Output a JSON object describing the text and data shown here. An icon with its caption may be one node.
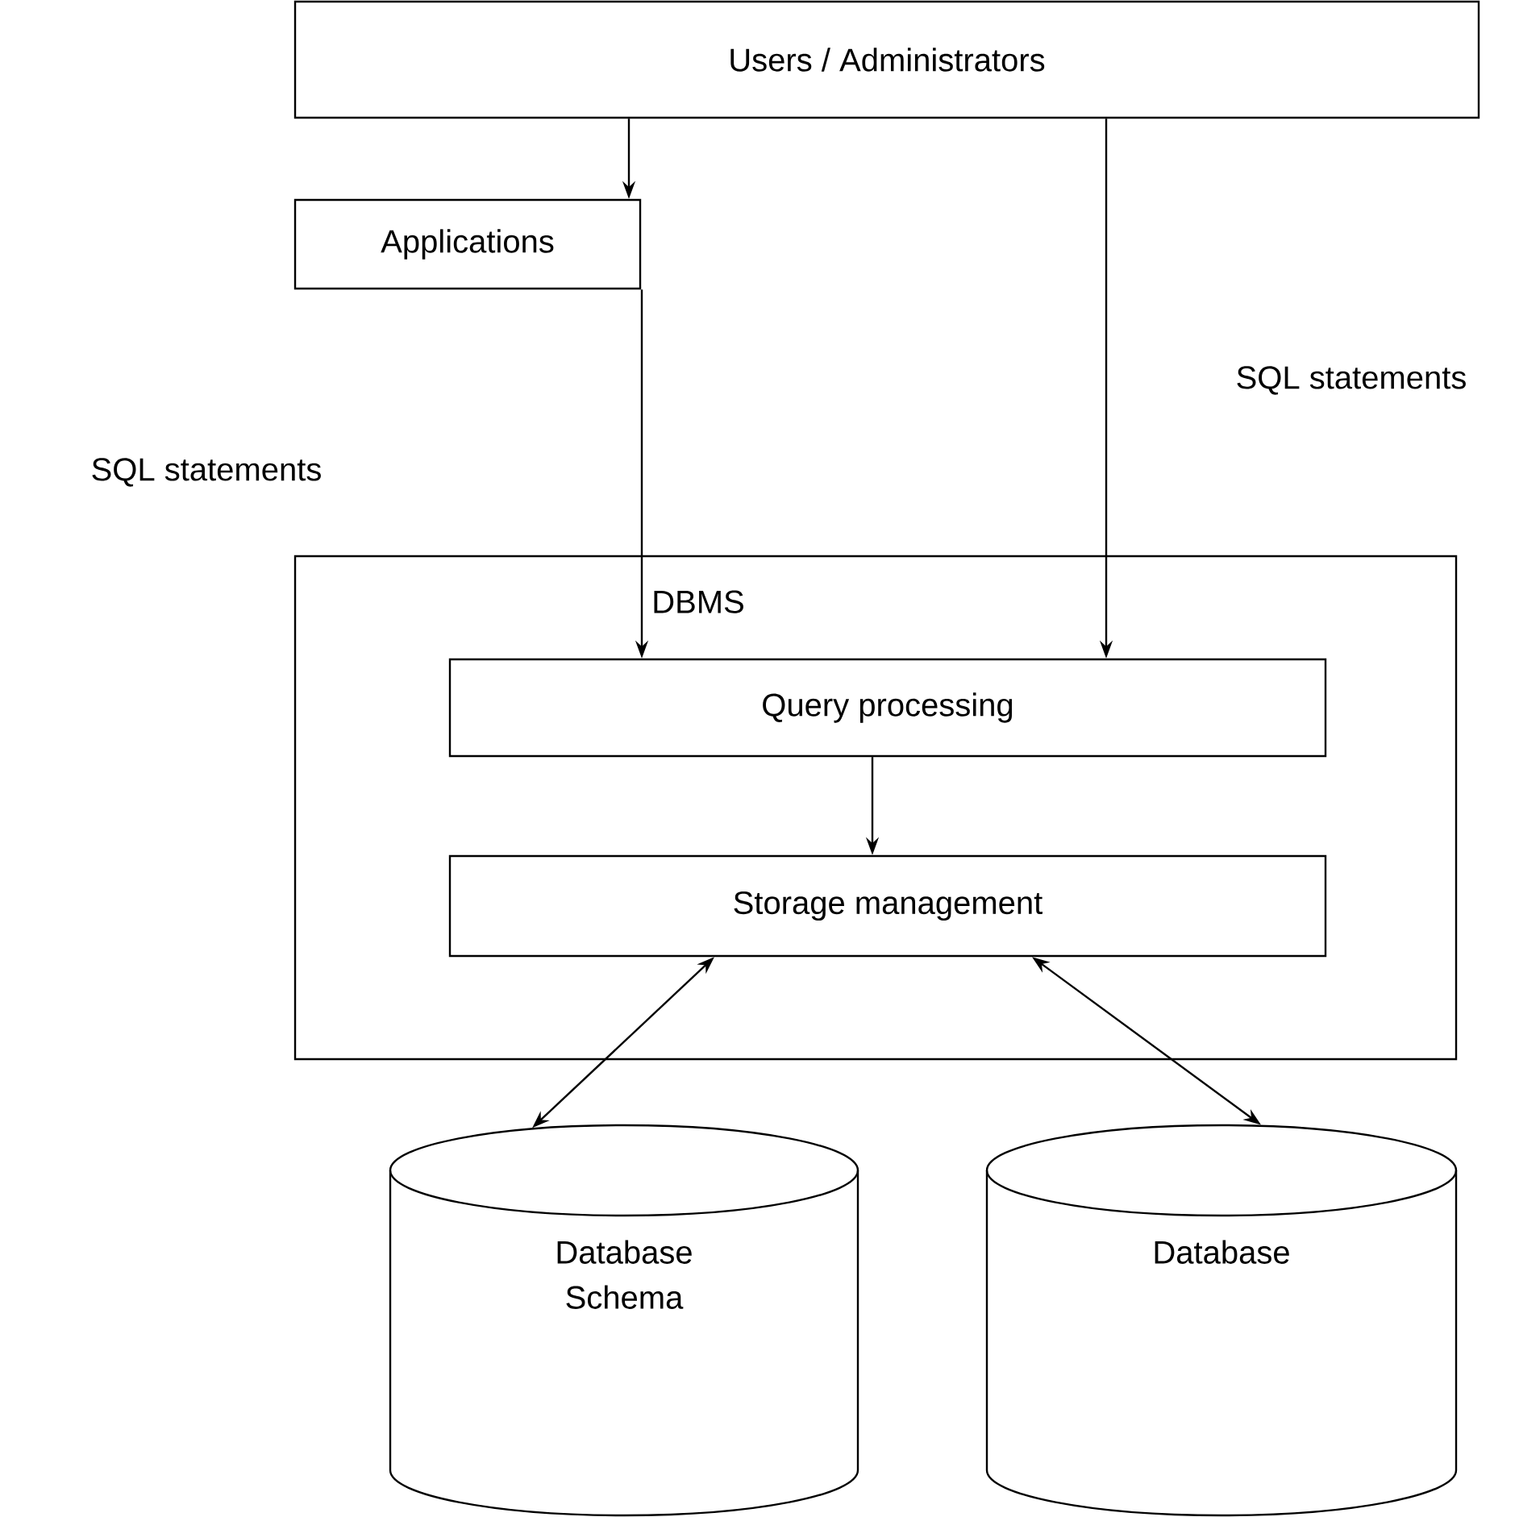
{
  "diagram": {
    "nodes": [
      {
        "text": [
          "Users / Administrators"
        ]
      },
      {
        "text": [
          "Applications"
        ]
      },
      {
        "text": [
          "DBMS"
        ]
      },
      {
        "text": [
          "Query processing"
        ],
        "in": 2
      },
      {
        "text": [
          "Storage management"
        ],
        "in": 2
      },
      {
        "text": [
          "Database Schema"
        ]
      },
      {
        "text": [
          "Database"
        ]
      }
    ],
    "edges": [
      {
        "from": 0,
        "to": 1,
        "arrow": "to"
      },
      {
        "from": 1,
        "to": 3,
        "arrow": "to"
      },
      {
        "from": 0,
        "to": 3,
        "arrow": "to"
      },
      {
        "from": 3,
        "to": 4,
        "arrow": "to"
      },
      {
        "from": 4,
        "to": 5,
        "arrow": "both"
      },
      {
        "from": 4,
        "to": 6,
        "arrow": "both"
      }
    ],
    "labels": [
      "SQL statements",
      "SQL statements"
    ]
  }
}
